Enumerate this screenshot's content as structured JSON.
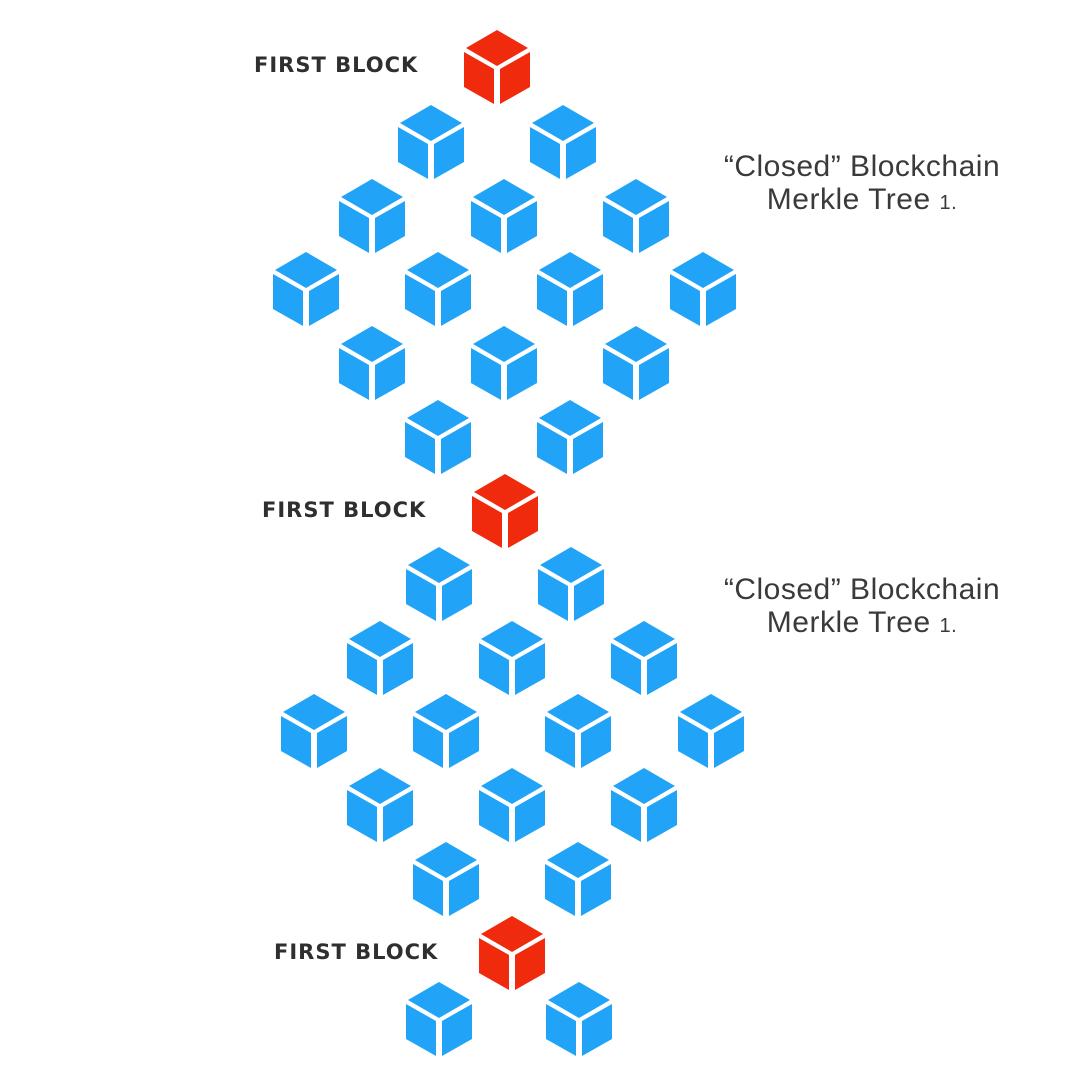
{
  "colors": {
    "background": "#ffffff",
    "block": "#21a3f8",
    "first_block": "#f02a0d",
    "label": "#2f2f2f",
    "caption": "#3a3a3a"
  },
  "icons": {
    "block": "cube-icon",
    "first_block": "cube-icon"
  },
  "trees": [
    {
      "first_block_label": "FIRST BLOCK",
      "caption_line1": "“Closed” Blockchain",
      "caption_line2": "Merkle Tree",
      "caption_suffix": "1."
    },
    {
      "first_block_label": "FIRST BLOCK",
      "caption_line1": "“Closed” Blockchain",
      "caption_line2": "Merkle Tree",
      "caption_suffix": "1."
    },
    {
      "first_block_label": "FIRST BLOCK"
    }
  ]
}
